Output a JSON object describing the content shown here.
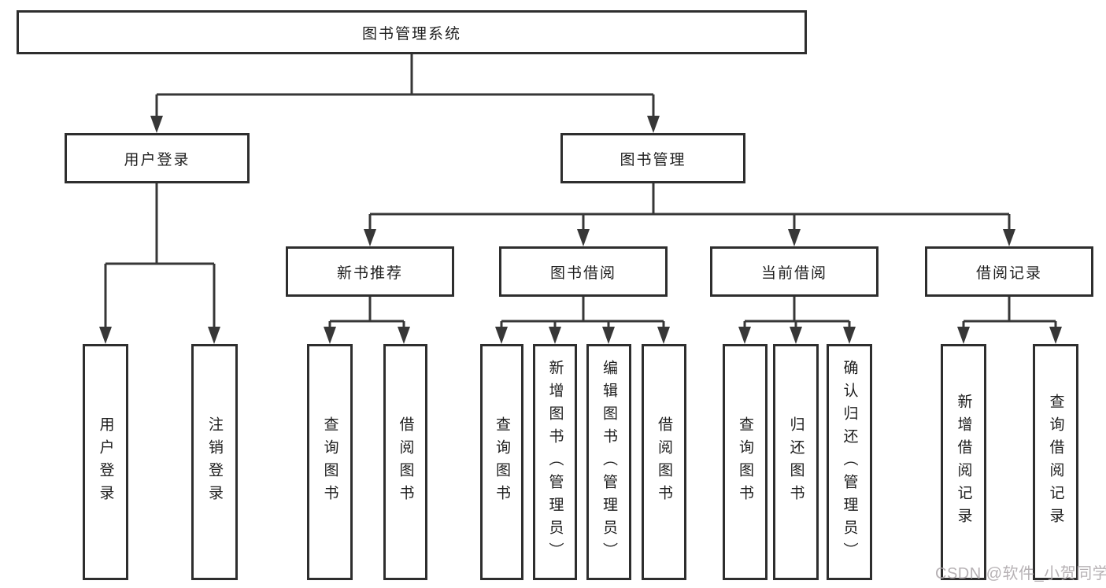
{
  "diagram": {
    "root": {
      "label": "图书管理系统"
    },
    "branches": [
      {
        "label": "用户登录",
        "children": [
          {
            "label": "用户登录"
          },
          {
            "label": "注销登录"
          }
        ]
      },
      {
        "label": "图书管理",
        "children": [
          {
            "label": "新书推荐",
            "children": [
              {
                "label": "查询图书"
              },
              {
                "label": "借阅图书"
              }
            ]
          },
          {
            "label": "图书借阅",
            "children": [
              {
                "label": "查询图书"
              },
              {
                "label": "新增图书（管理员）"
              },
              {
                "label": "编辑图书（管理员）"
              },
              {
                "label": "借阅图书"
              }
            ]
          },
          {
            "label": "当前借阅",
            "children": [
              {
                "label": "查询图书"
              },
              {
                "label": "归还图书"
              },
              {
                "label": "确认归还（管理员）"
              }
            ]
          },
          {
            "label": "借阅记录",
            "children": [
              {
                "label": "新增借阅记录"
              },
              {
                "label": "查询借阅记录"
              }
            ]
          }
        ]
      }
    ]
  },
  "watermark": {
    "text": "CSDN @软件_小贺同学"
  },
  "colors": {
    "line": "#373737",
    "box_border": "#2e2e2e",
    "text": "#1e1e1e",
    "background": "#ffffff",
    "watermark": "#aea8ac"
  }
}
